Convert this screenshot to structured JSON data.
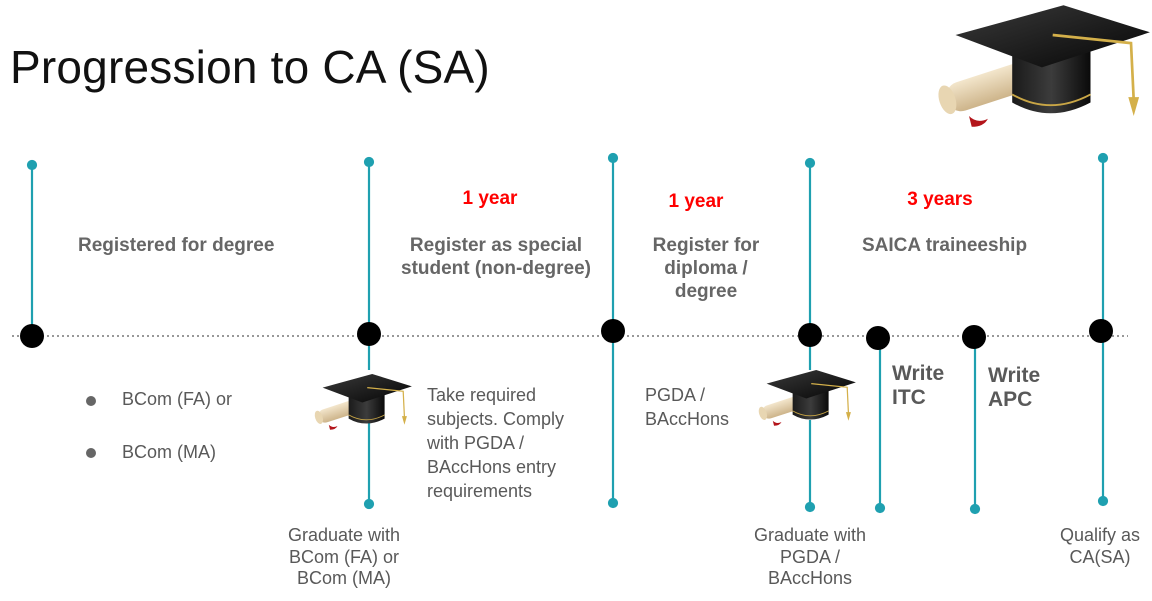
{
  "title": "Progression to CA (SA)",
  "colors": {
    "accent_line": "#1fa0b0",
    "timeline_node": "#000000",
    "duration_text": "#ff0000",
    "body_text": "#595959"
  },
  "icons": {
    "header": "graduation-cap-with-diploma",
    "milestone_1": "graduation-cap-with-diploma",
    "milestone_2": "graduation-cap-with-diploma"
  },
  "durations": {
    "special_student": "1 year",
    "diploma": "1 year",
    "traineeship": "3 years"
  },
  "phases": {
    "degree": "Registered for degree",
    "special_student_line1": "Register as special",
    "special_student_line2": "student (non-degree)",
    "diploma_line1": "Register for",
    "diploma_line2": "diploma  /",
    "diploma_line3": "degree",
    "traineeship": "SAICA traineeship"
  },
  "degree_options": [
    "BCom (FA) or",
    "BCom (MA)"
  ],
  "details": {
    "special_student": [
      "Take required",
      "subjects. Comply",
      "with PGDA /",
      "BAccHons entry",
      "requirements"
    ],
    "diploma": [
      "PGDA /",
      "BAccHons"
    ]
  },
  "milestones": {
    "graduate_bcom": [
      "Graduate with",
      "BCom (FA) or",
      "BCom (MA)"
    ],
    "graduate_pgda": [
      "Graduate with",
      "PGDA /",
      "BAccHons"
    ],
    "write_itc": [
      "Write",
      "ITC"
    ],
    "write_apc": [
      "Write",
      "APC"
    ],
    "qualify": [
      "Qualify as",
      "CA(SA)"
    ]
  }
}
